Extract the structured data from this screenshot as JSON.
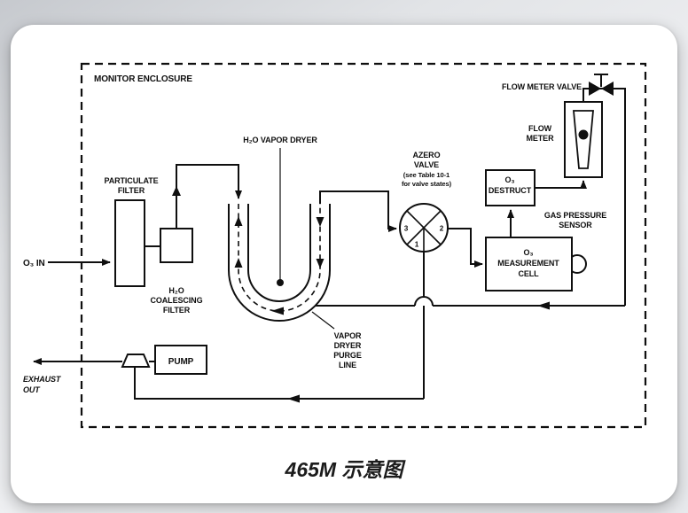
{
  "caption": "465M 示意图",
  "enclosure": {
    "label": "MONITOR ENCLOSURE"
  },
  "io": {
    "o3_in": "O₃ IN",
    "exhaust_line1": "EXHAUST",
    "exhaust_line2": "OUT"
  },
  "components": {
    "particulate_filter": {
      "line1": "PARTICULATE",
      "line2": "FILTER"
    },
    "coalescing_filter": {
      "line1": "H₂O",
      "line2": "COALESCING",
      "line3": "FILTER"
    },
    "vapor_dryer": {
      "label": "H₂O  VAPOR DRYER"
    },
    "purge_line": {
      "line1": "VAPOR",
      "line2": "DRYER",
      "line3": "PURGE",
      "line4": "LINE"
    },
    "azero_valve": {
      "line1": "AZERO",
      "line2": "VALVE",
      "note1": "(see Table 10-1",
      "note2": "for valve states)",
      "port1": "1",
      "port2": "2",
      "port3": "3"
    },
    "flow_meter_valve": {
      "label": "FLOW METER VALVE"
    },
    "flow_meter": {
      "line1": "FLOW",
      "line2": "METER"
    },
    "o3_destruct": {
      "line1": "O₃",
      "line2": "DESTRUCT"
    },
    "gas_pressure_sensor": {
      "line1": "GAS PRESSURE",
      "line2": "SENSOR"
    },
    "measurement_cell": {
      "line1": "O₃",
      "line2": "MEASUREMENT",
      "line3": "CELL"
    },
    "pump": {
      "label": "PUMP"
    }
  },
  "colors": {
    "line": "#0f0f0f",
    "card_background": "#ffffff",
    "page_background": "#e4e6e9"
  }
}
